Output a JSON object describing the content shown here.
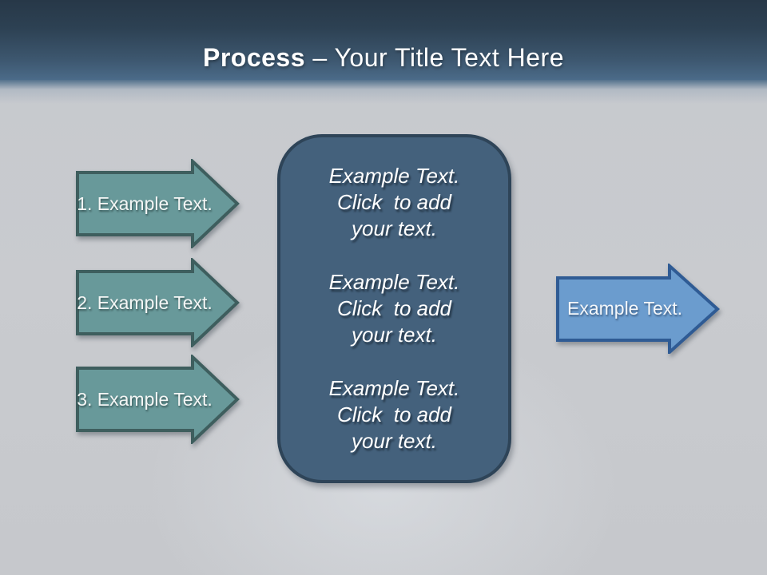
{
  "slide": {
    "title": {
      "bold": "Process",
      "rest": "– Your Title Text Here"
    },
    "steps": [
      {
        "label": "1. Example Text."
      },
      {
        "label": "2. Example Text."
      },
      {
        "label": "3. Example Text."
      }
    ],
    "center_panel": {
      "paragraphs": [
        "Example Text.\nClick  to add\nyour text.",
        "Example Text.\nClick  to add\nyour text.",
        "Example Text.\nClick  to add\nyour text."
      ]
    },
    "output_arrow": {
      "label": "Example Text."
    },
    "colors": {
      "header_top": "#273848",
      "header_bottom": "#4b6b89",
      "background": "#c8cacd",
      "step_arrow_fill": "#68999a",
      "step_arrow_border": "#3e5e5e",
      "panel_fill": "#44617c",
      "panel_border": "#2e4458",
      "output_arrow_fill": "#6b9cce",
      "output_arrow_border": "#2f5b94",
      "text": "#ffffff"
    }
  }
}
